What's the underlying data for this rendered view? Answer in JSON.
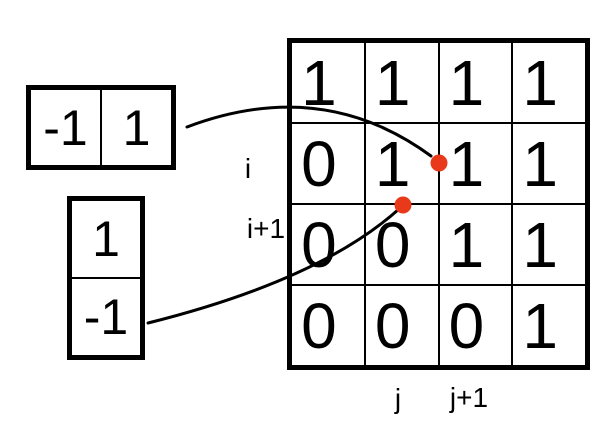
{
  "figure": {
    "colors": {
      "accent_red": "#E8391B",
      "line_black": "#000000",
      "background": "#ffffff"
    },
    "kernels": {
      "horizontal": {
        "values": [
          "-1",
          "1"
        ]
      },
      "vertical": {
        "values": [
          "1",
          "-1"
        ]
      }
    },
    "grid": {
      "rows": [
        [
          "1",
          "1",
          "1",
          "1"
        ],
        [
          "0",
          "1",
          "1",
          "1"
        ],
        [
          "0",
          "0",
          "1",
          "1"
        ],
        [
          "0",
          "0",
          "0",
          "1"
        ]
      ]
    },
    "labels": {
      "row_i": "i",
      "row_i_plus_1": "i+1",
      "col_j": "j",
      "col_j_plus_1": "j+1"
    }
  }
}
